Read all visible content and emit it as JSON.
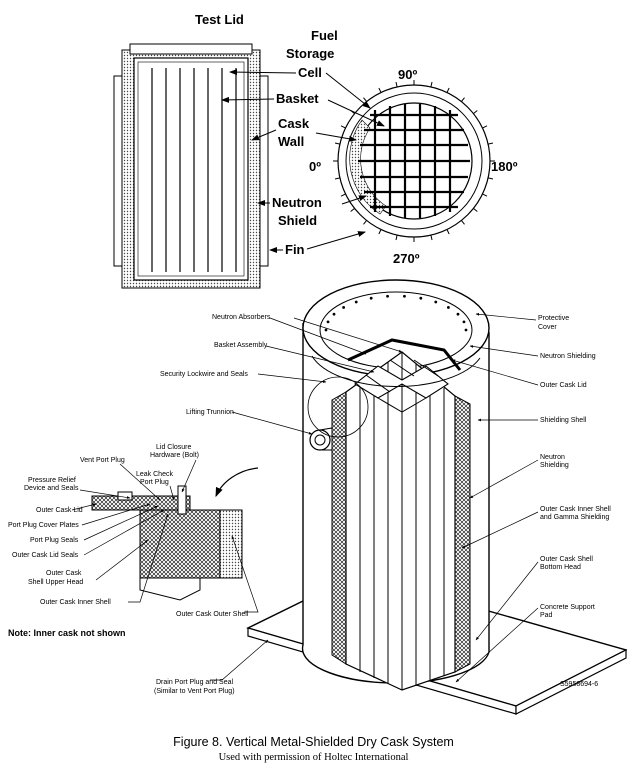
{
  "top_view": {
    "test_lid": "Test Lid",
    "fuel_storage_cell": [
      "Fuel",
      "Storage",
      "Cell"
    ],
    "basket": "Basket",
    "cask_wall": [
      "Cask",
      "Wall"
    ],
    "neutron_shield": [
      "Neutron",
      "Shield"
    ],
    "fin": "Fin",
    "angle_90": "90º",
    "angle_0": "0º",
    "angle_180": "180º",
    "angle_270": "270º"
  },
  "cask_view": {
    "protective_cover": [
      "Protective",
      "Cover"
    ],
    "neutron_absorbers": "Neutron Absorbers",
    "neutron_shielding_top": "Neutron Shielding",
    "basket_assembly": "Basket Assembly",
    "outer_cask_lid_right": "Outer Cask Lid",
    "security_lockwire": "Security Lockwire and Seals",
    "shielding_shell": "Shielding Shell",
    "lifting_trunnion": "Lifting Trunnion",
    "neutron_shielding_side": [
      "Neutron",
      "Shielding"
    ],
    "lid_closure": [
      "Lid Closure",
      "Hardware (Bolt)"
    ],
    "vent_port_plug": "Vent Port Plug",
    "leak_check": [
      "Leak Check",
      "Port Plug"
    ],
    "pressure_relief": [
      "Pressure Relief",
      "Device and Seals"
    ],
    "outer_cask_lid_left": "Outer Cask Lid",
    "port_plug_cover_plates": "Port Plug Cover Plates",
    "port_plug_seals": "Port Plug Seals",
    "outer_cask_lid_seals": "Outer Cask Lid Seals",
    "outer_cask_shell_upper": [
      "Outer Cask",
      "Shell Upper Head"
    ],
    "outer_cask_inner_shell": "Outer Cask Inner Shell",
    "inner_shell_gamma": [
      "Outer Cask Inner Shell",
      "and Gamma Shielding"
    ],
    "outer_cask_outer_shell": "Outer Cask Outer Shell",
    "shell_bottom_head": [
      "Outer Cask Shell",
      "Bottom Head"
    ],
    "concrete_pad": [
      "Concrete Support",
      "Pad"
    ],
    "drain_port": [
      "Drain Port Plug and Seal",
      "(Similar to Vent Port Plug)"
    ],
    "note": "Note: Inner cask not shown",
    "figure_id": "S5958694-6"
  },
  "caption": {
    "title": "Figure 8.  Vertical Metal-Shielded Dry Cask System",
    "credit": "Used with permission of Holtec International"
  }
}
